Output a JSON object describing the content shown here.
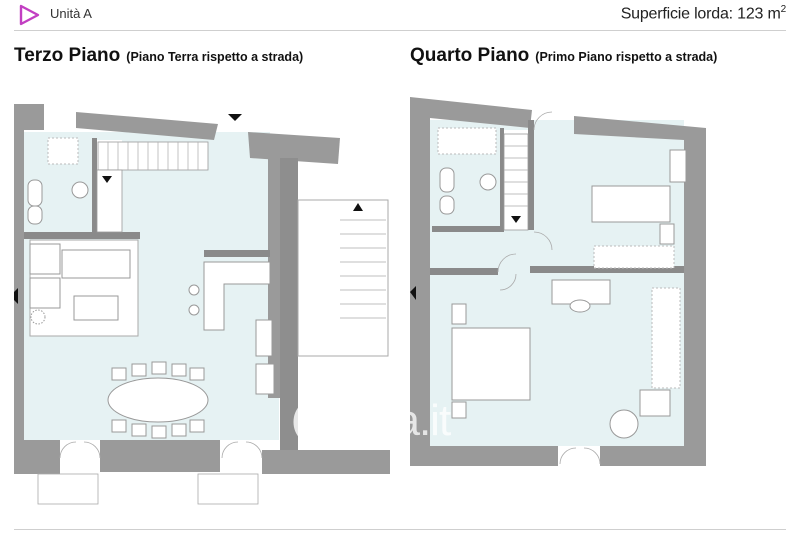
{
  "header": {
    "unit_label": "Unità A",
    "area_label": "Superficie lorda: 123 m",
    "area_sup": "2",
    "accent_color": "#c23fc2"
  },
  "floors": [
    {
      "name": "Terzo Piano",
      "subtitle": "(Piano Terra rispetto a strada)"
    },
    {
      "name": "Quarto Piano",
      "subtitle": "(Primo Piano rispetto a strada)"
    }
  ],
  "watermark": {
    "text": "casa.it"
  },
  "colors": {
    "wall": "#9a9a9a",
    "wall_dark": "#6f6f6f",
    "room_fill": "#e6f2f3",
    "line": "#8a8a8a"
  }
}
